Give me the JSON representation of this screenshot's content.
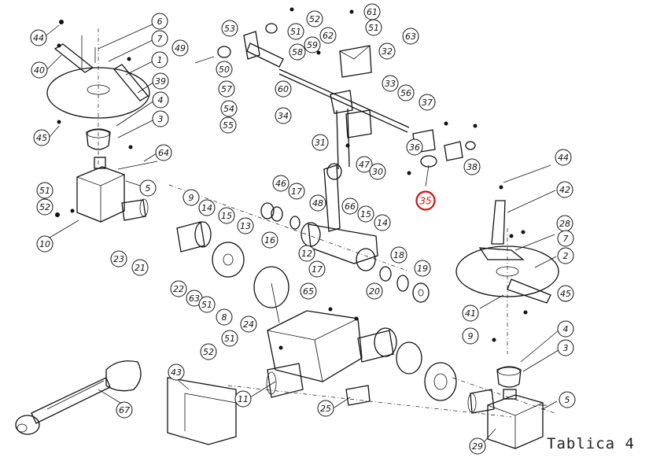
{
  "sheet_label": "Tablica 4",
  "highlighted_part": "35",
  "highlight_color": "#d01010",
  "callouts": [
    "44",
    "6",
    "40",
    "7",
    "1",
    "39",
    "4",
    "3",
    "45",
    "64",
    "5",
    "51",
    "52",
    "10",
    "9",
    "14",
    "15",
    "13",
    "23",
    "21",
    "16",
    "22",
    "63",
    "51b",
    "8",
    "24",
    "17",
    "12",
    "18",
    "19",
    "20",
    "65",
    "53",
    "52b",
    "51c",
    "61",
    "51d",
    "62",
    "63b",
    "49",
    "50",
    "59",
    "58",
    "32",
    "57",
    "60",
    "54",
    "55",
    "33",
    "34",
    "56",
    "37",
    "31",
    "36",
    "38",
    "46",
    "17b",
    "48",
    "47",
    "30",
    "66",
    "15b",
    "14b",
    "35",
    "44b",
    "42",
    "28",
    "7b",
    "2",
    "41",
    "45b",
    "4b",
    "3b",
    "5b",
    "29",
    "9b",
    "52c",
    "51e",
    "43",
    "11",
    "25",
    "67"
  ]
}
